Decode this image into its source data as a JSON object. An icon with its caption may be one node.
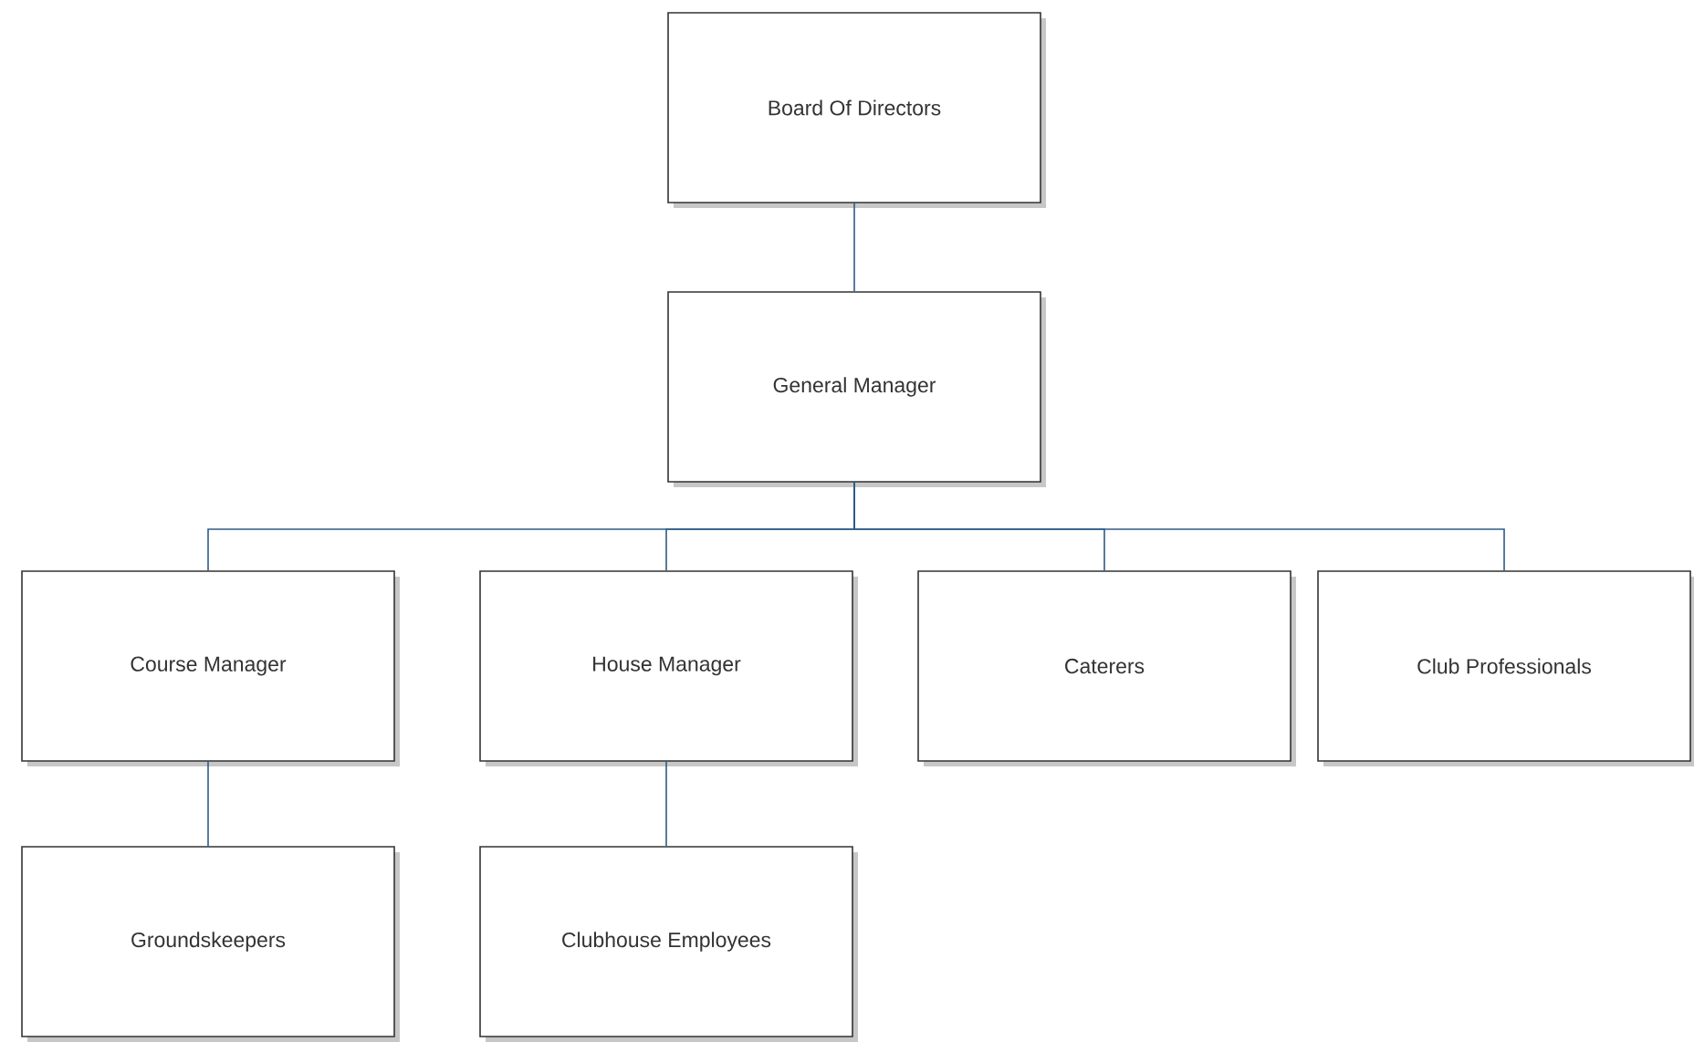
{
  "diagram": {
    "nodes": [
      {
        "text": [
          "Board Of Directors"
        ]
      },
      {
        "text": [
          "General Manager"
        ]
      },
      {
        "text": [
          "Course Manager"
        ]
      },
      {
        "text": [
          "House Manager"
        ]
      },
      {
        "text": [
          "Caterers"
        ]
      },
      {
        "text": [
          "Club Professionals"
        ]
      },
      {
        "text": [
          "Groundskeepers"
        ]
      },
      {
        "text": [
          "Clubhouse Employees"
        ]
      }
    ],
    "edges": [
      {
        "from": 0,
        "to": 1,
        "arrow": "none"
      },
      {
        "from": 1,
        "to": 2,
        "arrow": "none"
      },
      {
        "from": 1,
        "to": 3,
        "arrow": "none"
      },
      {
        "from": 1,
        "to": 4,
        "arrow": "none"
      },
      {
        "from": 1,
        "to": 5,
        "arrow": "none"
      },
      {
        "from": 2,
        "to": 6,
        "arrow": "none"
      },
      {
        "from": 3,
        "to": 7,
        "arrow": "none"
      }
    ]
  }
}
